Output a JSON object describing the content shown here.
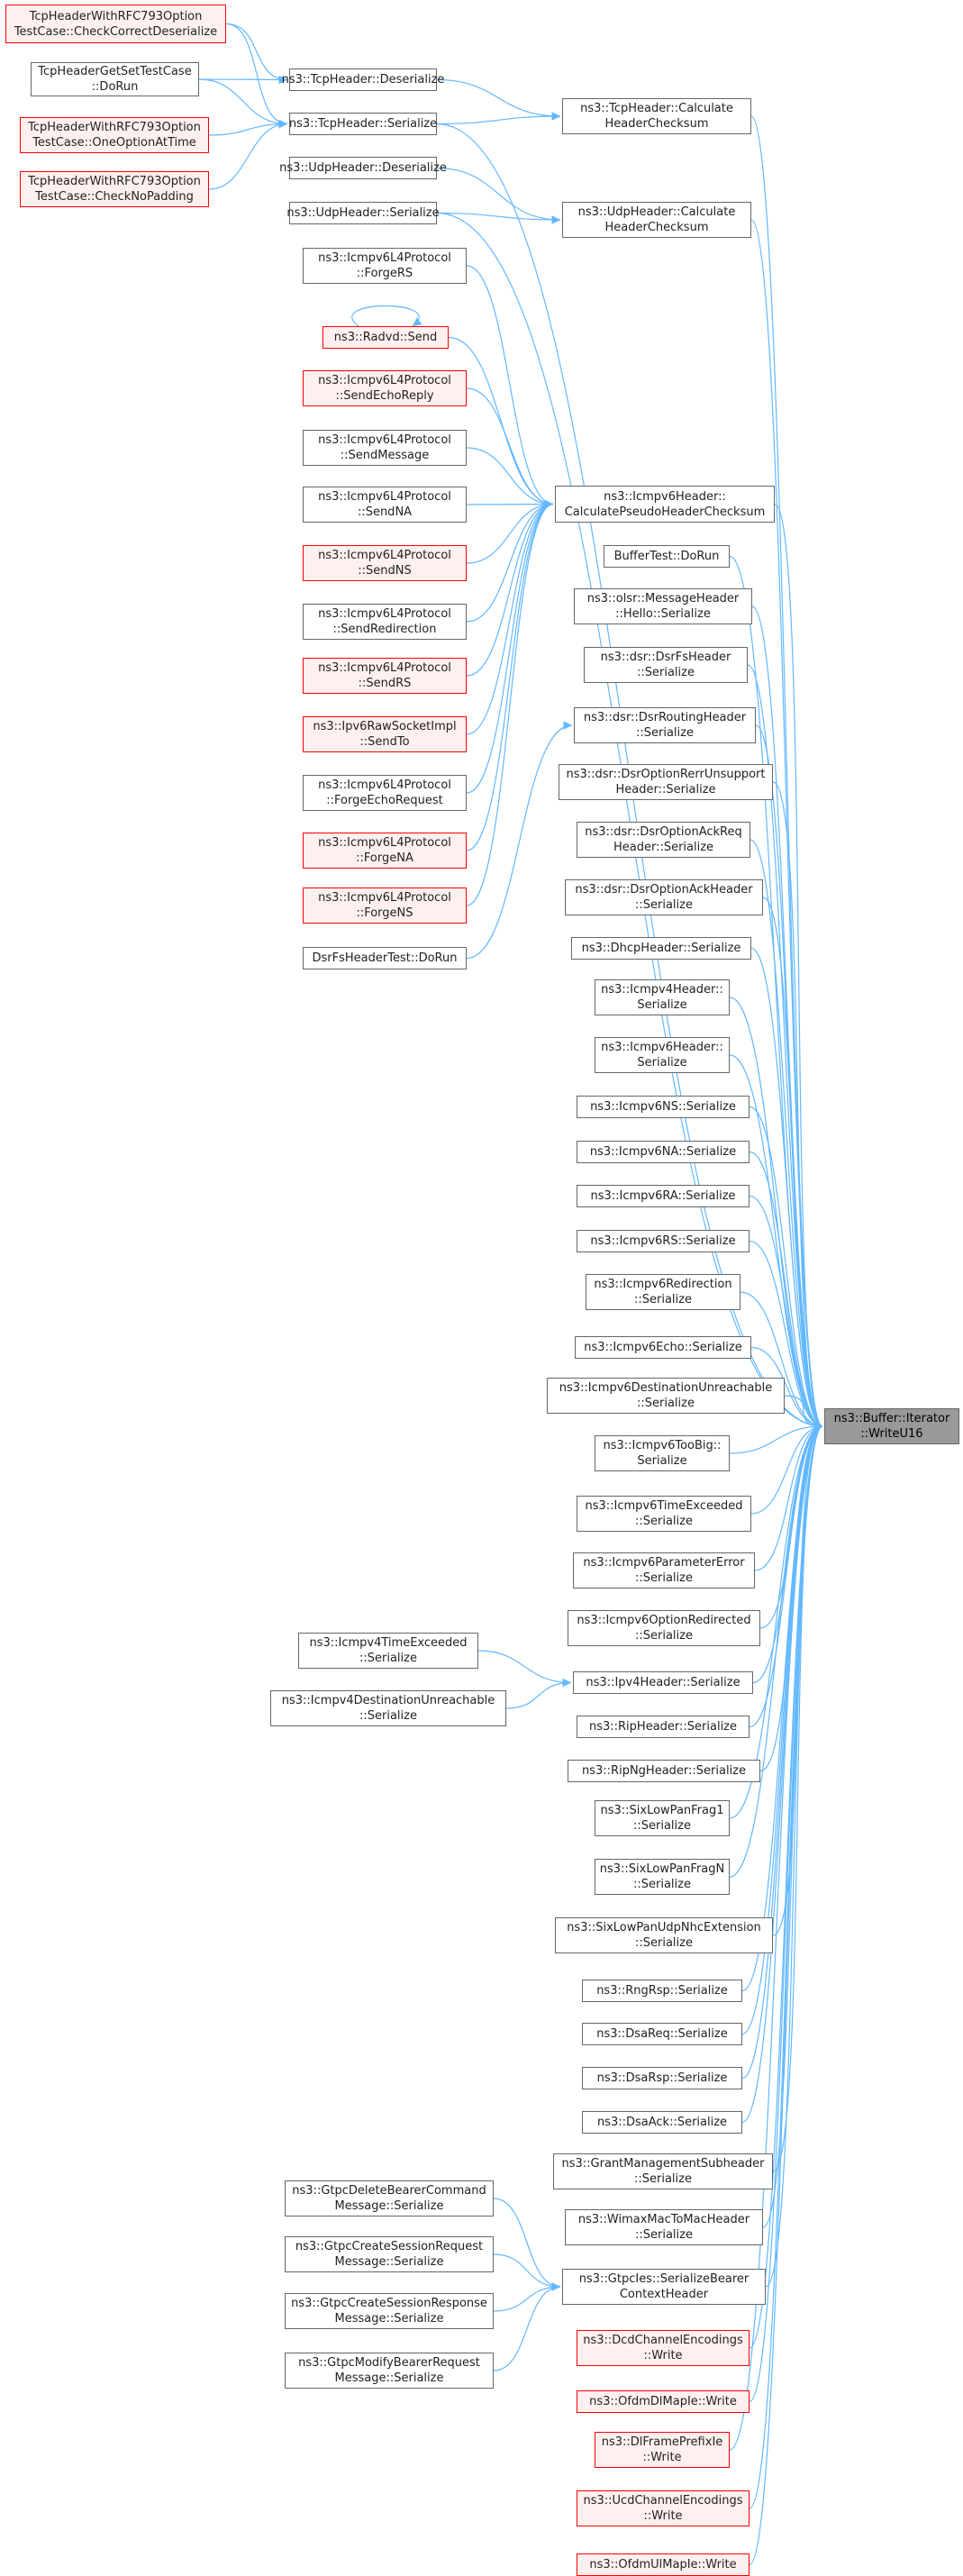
{
  "colors": {
    "edge": "#63b8ff",
    "border": "#666666",
    "red_border": "#ff0000",
    "red_fill": "#fff0f0",
    "current_fill": "#999999"
  },
  "nodes": [
    {
      "id": "n1",
      "name": "tcpheader-rfc793-checkcorrectdeserialize-node",
      "red": true,
      "lines": [
        "TcpHeaderWithRFC793Option",
        "TestCase::CheckCorrectDeserialize"
      ]
    },
    {
      "id": "n2",
      "name": "tcpheader-getset-testcase-dorun-node",
      "lines": [
        "TcpHeaderGetSetTestCase",
        "::DoRun"
      ]
    },
    {
      "id": "n3",
      "name": "tcpheader-rfc793-oneoptionattime-node",
      "red": true,
      "lines": [
        "TcpHeaderWithRFC793Option",
        "TestCase::OneOptionAtTime"
      ]
    },
    {
      "id": "n4",
      "name": "tcpheader-rfc793-checknopadding-node",
      "red": true,
      "lines": [
        "TcpHeaderWithRFC793Option",
        "TestCase::CheckNoPadding"
      ]
    },
    {
      "id": "n5",
      "name": "tcpheader-deserialize-node",
      "lines": [
        "ns3::TcpHeader::Deserialize"
      ]
    },
    {
      "id": "n6",
      "name": "tcpheader-serialize-node",
      "lines": [
        "ns3::TcpHeader::Serialize"
      ]
    },
    {
      "id": "n7",
      "name": "tcpheader-calculateheaderchecksum-node",
      "lines": [
        "ns3::TcpHeader::Calculate",
        "HeaderChecksum"
      ]
    },
    {
      "id": "n8",
      "name": "udpheader-deserialize-node",
      "lines": [
        "ns3::UdpHeader::Deserialize"
      ]
    },
    {
      "id": "n9",
      "name": "udpheader-serialize-node",
      "lines": [
        "ns3::UdpHeader::Serialize"
      ]
    },
    {
      "id": "n10",
      "name": "udpheader-calculateheaderchecksum-node",
      "lines": [
        "ns3::UdpHeader::Calculate",
        "HeaderChecksum"
      ]
    },
    {
      "id": "n11",
      "name": "icmpv6l4protocol-forgers-node",
      "lines": [
        "ns3::Icmpv6L4Protocol",
        "::ForgeRS"
      ]
    },
    {
      "id": "n12",
      "name": "radvd-send-node",
      "red": true,
      "lines": [
        "ns3::Radvd::Send"
      ]
    },
    {
      "id": "n13",
      "name": "icmpv6l4protocol-sendechoreply-node",
      "red": true,
      "lines": [
        "ns3::Icmpv6L4Protocol",
        "::SendEchoReply"
      ]
    },
    {
      "id": "n14",
      "name": "icmpv6l4protocol-sendmessage-node",
      "lines": [
        "ns3::Icmpv6L4Protocol",
        "::SendMessage"
      ]
    },
    {
      "id": "n15",
      "name": "icmpv6l4protocol-sendna-node",
      "lines": [
        "ns3::Icmpv6L4Protocol",
        "::SendNA"
      ]
    },
    {
      "id": "n16",
      "name": "icmpv6l4protocol-sendns-node",
      "red": true,
      "lines": [
        "ns3::Icmpv6L4Protocol",
        "::SendNS"
      ]
    },
    {
      "id": "n17",
      "name": "icmpv6l4protocol-sendredirection-node",
      "lines": [
        "ns3::Icmpv6L4Protocol",
        "::SendRedirection"
      ]
    },
    {
      "id": "n18",
      "name": "icmpv6l4protocol-sendrs-node",
      "red": true,
      "lines": [
        "ns3::Icmpv6L4Protocol",
        "::SendRS"
      ]
    },
    {
      "id": "n19",
      "name": "ipv6rawsocketimpl-sendto-node",
      "red": true,
      "lines": [
        "ns3::Ipv6RawSocketImpl",
        "::SendTo"
      ]
    },
    {
      "id": "n20",
      "name": "icmpv6l4protocol-forgeechorequest-node",
      "lines": [
        "ns3::Icmpv6L4Protocol",
        "::ForgeEchoRequest"
      ]
    },
    {
      "id": "n21",
      "name": "icmpv6l4protocol-forgena-node",
      "red": true,
      "lines": [
        "ns3::Icmpv6L4Protocol",
        "::ForgeNA"
      ]
    },
    {
      "id": "n22",
      "name": "icmpv6l4protocol-forgens-node",
      "red": true,
      "lines": [
        "ns3::Icmpv6L4Protocol",
        "::ForgeNS"
      ]
    },
    {
      "id": "n23",
      "name": "dsrfsheadertest-dorun-node",
      "lines": [
        "DsrFsHeaderTest::DoRun"
      ]
    },
    {
      "id": "n24",
      "name": "icmpv6header-calculatepseudoheaderchecksum-node",
      "lines": [
        "ns3::Icmpv6Header::",
        "CalculatePseudoHeaderChecksum"
      ]
    },
    {
      "id": "n25",
      "name": "buffertest-dorun-node",
      "lines": [
        "BufferTest::DoRun"
      ]
    },
    {
      "id": "n26",
      "name": "olsr-messageheader-hello-serialize-node",
      "lines": [
        "ns3::olsr::MessageHeader",
        "::Hello::Serialize"
      ]
    },
    {
      "id": "n27",
      "name": "dsr-dsrfsheader-serialize-node",
      "lines": [
        "ns3::dsr::DsrFsHeader",
        "::Serialize"
      ]
    },
    {
      "id": "n28",
      "name": "dsr-dsrroutingheader-serialize-node",
      "lines": [
        "ns3::dsr::DsrRoutingHeader",
        "::Serialize"
      ]
    },
    {
      "id": "n29",
      "name": "dsr-dsroptionrerrunsupport-serialize-node",
      "lines": [
        "ns3::dsr::DsrOptionRerrUnsupport",
        "Header::Serialize"
      ]
    },
    {
      "id": "n30",
      "name": "dsr-dsroptionackreq-serialize-node",
      "lines": [
        "ns3::dsr::DsrOptionAckReq",
        "Header::Serialize"
      ]
    },
    {
      "id": "n31",
      "name": "dsr-dsroptionack-serialize-node",
      "lines": [
        "ns3::dsr::DsrOptionAckHeader",
        "::Serialize"
      ]
    },
    {
      "id": "n32",
      "name": "dhcpheader-serialize-node",
      "lines": [
        "ns3::DhcpHeader::Serialize"
      ]
    },
    {
      "id": "n33",
      "name": "icmpv4header-serialize-node",
      "lines": [
        "ns3::Icmpv4Header::",
        "Serialize"
      ]
    },
    {
      "id": "n34",
      "name": "icmpv6header-serialize-node",
      "lines": [
        "ns3::Icmpv6Header::",
        "Serialize"
      ]
    },
    {
      "id": "n35",
      "name": "icmpv6ns-serialize-node",
      "lines": [
        "ns3::Icmpv6NS::Serialize"
      ]
    },
    {
      "id": "n36",
      "name": "icmpv6na-serialize-node",
      "lines": [
        "ns3::Icmpv6NA::Serialize"
      ]
    },
    {
      "id": "n37",
      "name": "icmpv6ra-serialize-node",
      "lines": [
        "ns3::Icmpv6RA::Serialize"
      ]
    },
    {
      "id": "n38",
      "name": "icmpv6rs-serialize-node",
      "lines": [
        "ns3::Icmpv6RS::Serialize"
      ]
    },
    {
      "id": "n39",
      "name": "icmpv6redirection-serialize-node",
      "lines": [
        "ns3::Icmpv6Redirection",
        "::Serialize"
      ]
    },
    {
      "id": "n40",
      "name": "icmpv6echo-serialize-node",
      "lines": [
        "ns3::Icmpv6Echo::Serialize"
      ]
    },
    {
      "id": "n41",
      "name": "icmpv6destinationunreachable-serialize-node",
      "lines": [
        "ns3::Icmpv6DestinationUnreachable",
        "::Serialize"
      ]
    },
    {
      "id": "n42",
      "name": "buffer-iterator-writeu16-node",
      "current": true,
      "lines": [
        "ns3::Buffer::Iterator",
        "::WriteU16"
      ]
    },
    {
      "id": "n43",
      "name": "icmpv6toobig-serialize-node",
      "lines": [
        "ns3::Icmpv6TooBig::",
        "Serialize"
      ]
    },
    {
      "id": "n44",
      "name": "icmpv6timeexceeded-serialize-node",
      "lines": [
        "ns3::Icmpv6TimeExceeded",
        "::Serialize"
      ]
    },
    {
      "id": "n45",
      "name": "icmpv6parametererror-serialize-node",
      "lines": [
        "ns3::Icmpv6ParameterError",
        "::Serialize"
      ]
    },
    {
      "id": "n46",
      "name": "icmpv6optionredirected-serialize-node",
      "lines": [
        "ns3::Icmpv6OptionRedirected",
        "::Serialize"
      ]
    },
    {
      "id": "n47",
      "name": "icmpv4timeexceeded-serialize-node",
      "lines": [
        "ns3::Icmpv4TimeExceeded",
        "::Serialize"
      ]
    },
    {
      "id": "n48",
      "name": "icmpv4destinationunreachable-serialize-node",
      "lines": [
        "ns3::Icmpv4DestinationUnreachable",
        "::Serialize"
      ]
    },
    {
      "id": "n49",
      "name": "ipv4header-serialize-node",
      "lines": [
        "ns3::Ipv4Header::Serialize"
      ]
    },
    {
      "id": "n50",
      "name": "ripheader-serialize-node",
      "lines": [
        "ns3::RipHeader::Serialize"
      ]
    },
    {
      "id": "n51",
      "name": "ripngheader-serialize-node",
      "lines": [
        "ns3::RipNgHeader::Serialize"
      ]
    },
    {
      "id": "n52",
      "name": "sixlowpanfrag1-serialize-node",
      "lines": [
        "ns3::SixLowPanFrag1",
        "::Serialize"
      ]
    },
    {
      "id": "n53",
      "name": "sixlowpanfragn-serialize-node",
      "lines": [
        "ns3::SixLowPanFragN",
        "::Serialize"
      ]
    },
    {
      "id": "n54",
      "name": "sixlowpanudpnhcextension-serialize-node",
      "lines": [
        "ns3::SixLowPanUdpNhcExtension",
        "::Serialize"
      ]
    },
    {
      "id": "n55",
      "name": "rngrsp-serialize-node",
      "lines": [
        "ns3::RngRsp::Serialize"
      ]
    },
    {
      "id": "n56",
      "name": "dsareq-serialize-node",
      "lines": [
        "ns3::DsaReq::Serialize"
      ]
    },
    {
      "id": "n57",
      "name": "dsarsp-serialize-node",
      "lines": [
        "ns3::DsaRsp::Serialize"
      ]
    },
    {
      "id": "n58",
      "name": "dsaack-serialize-node",
      "lines": [
        "ns3::DsaAck::Serialize"
      ]
    },
    {
      "id": "n59",
      "name": "grantmanagementsubheader-serialize-node",
      "lines": [
        "ns3::GrantManagementSubheader",
        "::Serialize"
      ]
    },
    {
      "id": "n60",
      "name": "wimaxmactomacheader-serialize-node",
      "lines": [
        "ns3::WimaxMacToMacHeader",
        "::Serialize"
      ]
    },
    {
      "id": "n61",
      "name": "gtpcdeletebearercommand-serialize-node",
      "lines": [
        "ns3::GtpcDeleteBearerCommand",
        "Message::Serialize"
      ]
    },
    {
      "id": "n62",
      "name": "gtpccreatesessionrequest-serialize-node",
      "lines": [
        "ns3::GtpcCreateSessionRequest",
        "Message::Serialize"
      ]
    },
    {
      "id": "n63",
      "name": "gtpccreatesessionresponse-serialize-node",
      "lines": [
        "ns3::GtpcCreateSessionResponse",
        "Message::Serialize"
      ]
    },
    {
      "id": "n64",
      "name": "gtpcmodifybearerrequest-serialize-node",
      "lines": [
        "ns3::GtpcModifyBearerRequest",
        "Message::Serialize"
      ]
    },
    {
      "id": "n65",
      "name": "gtpcies-serializebearercontextheader-node",
      "lines": [
        "ns3::GtpcIes::SerializeBearer",
        "ContextHeader"
      ]
    },
    {
      "id": "n66",
      "name": "dcdchannelencodings-write-node",
      "red": true,
      "lines": [
        "ns3::DcdChannelEncodings",
        "::Write"
      ]
    },
    {
      "id": "n67",
      "name": "ofdmdlmapie-write-node",
      "red": true,
      "lines": [
        "ns3::OfdmDlMapIe::Write"
      ]
    },
    {
      "id": "n68",
      "name": "dlframeprefixie-write-node",
      "red": true,
      "lines": [
        "ns3::DlFramePrefixIe",
        "::Write"
      ]
    },
    {
      "id": "n69",
      "name": "ucdchannelencodings-write-node",
      "red": true,
      "lines": [
        "ns3::UcdChannelEncodings",
        "::Write"
      ]
    },
    {
      "id": "n70",
      "name": "ofdmulmapie-write-node",
      "red": true,
      "lines": [
        "ns3::OfdmUlMapIe::Write"
      ]
    }
  ],
  "edges": [
    [
      "n1",
      "n5"
    ],
    [
      "n1",
      "n6"
    ],
    [
      "n2",
      "n5"
    ],
    [
      "n2",
      "n6"
    ],
    [
      "n3",
      "n6"
    ],
    [
      "n4",
      "n6"
    ],
    [
      "n5",
      "n7"
    ],
    [
      "n6",
      "n7"
    ],
    [
      "n6",
      "n42"
    ],
    [
      "n7",
      "n42"
    ],
    [
      "n8",
      "n10"
    ],
    [
      "n9",
      "n10"
    ],
    [
      "n9",
      "n42"
    ],
    [
      "n10",
      "n42"
    ],
    [
      "n11",
      "n24"
    ],
    [
      "n12",
      "n12"
    ],
    [
      "n12",
      "n24"
    ],
    [
      "n13",
      "n24"
    ],
    [
      "n14",
      "n24"
    ],
    [
      "n15",
      "n24"
    ],
    [
      "n16",
      "n24"
    ],
    [
      "n17",
      "n24"
    ],
    [
      "n18",
      "n24"
    ],
    [
      "n19",
      "n24"
    ],
    [
      "n20",
      "n24"
    ],
    [
      "n21",
      "n24"
    ],
    [
      "n22",
      "n24"
    ],
    [
      "n23",
      "n28"
    ],
    [
      "n24",
      "n42"
    ],
    [
      "n25",
      "n42"
    ],
    [
      "n26",
      "n42"
    ],
    [
      "n27",
      "n42"
    ],
    [
      "n28",
      "n42"
    ],
    [
      "n29",
      "n42"
    ],
    [
      "n30",
      "n42"
    ],
    [
      "n31",
      "n42"
    ],
    [
      "n32",
      "n42"
    ],
    [
      "n33",
      "n42"
    ],
    [
      "n34",
      "n42"
    ],
    [
      "n35",
      "n42"
    ],
    [
      "n36",
      "n42"
    ],
    [
      "n37",
      "n42"
    ],
    [
      "n38",
      "n42"
    ],
    [
      "n39",
      "n42"
    ],
    [
      "n40",
      "n42"
    ],
    [
      "n41",
      "n42"
    ],
    [
      "n43",
      "n42"
    ],
    [
      "n44",
      "n42"
    ],
    [
      "n45",
      "n42"
    ],
    [
      "n46",
      "n42"
    ],
    [
      "n47",
      "n49"
    ],
    [
      "n48",
      "n49"
    ],
    [
      "n49",
      "n42"
    ],
    [
      "n50",
      "n42"
    ],
    [
      "n51",
      "n42"
    ],
    [
      "n52",
      "n42"
    ],
    [
      "n53",
      "n42"
    ],
    [
      "n54",
      "n42"
    ],
    [
      "n55",
      "n42"
    ],
    [
      "n56",
      "n42"
    ],
    [
      "n57",
      "n42"
    ],
    [
      "n58",
      "n42"
    ],
    [
      "n59",
      "n42"
    ],
    [
      "n60",
      "n42"
    ],
    [
      "n61",
      "n65"
    ],
    [
      "n62",
      "n65"
    ],
    [
      "n63",
      "n65"
    ],
    [
      "n64",
      "n65"
    ],
    [
      "n65",
      "n42"
    ],
    [
      "n66",
      "n42"
    ],
    [
      "n67",
      "n42"
    ],
    [
      "n68",
      "n42"
    ],
    [
      "n69",
      "n42"
    ],
    [
      "n70",
      "n42"
    ]
  ]
}
